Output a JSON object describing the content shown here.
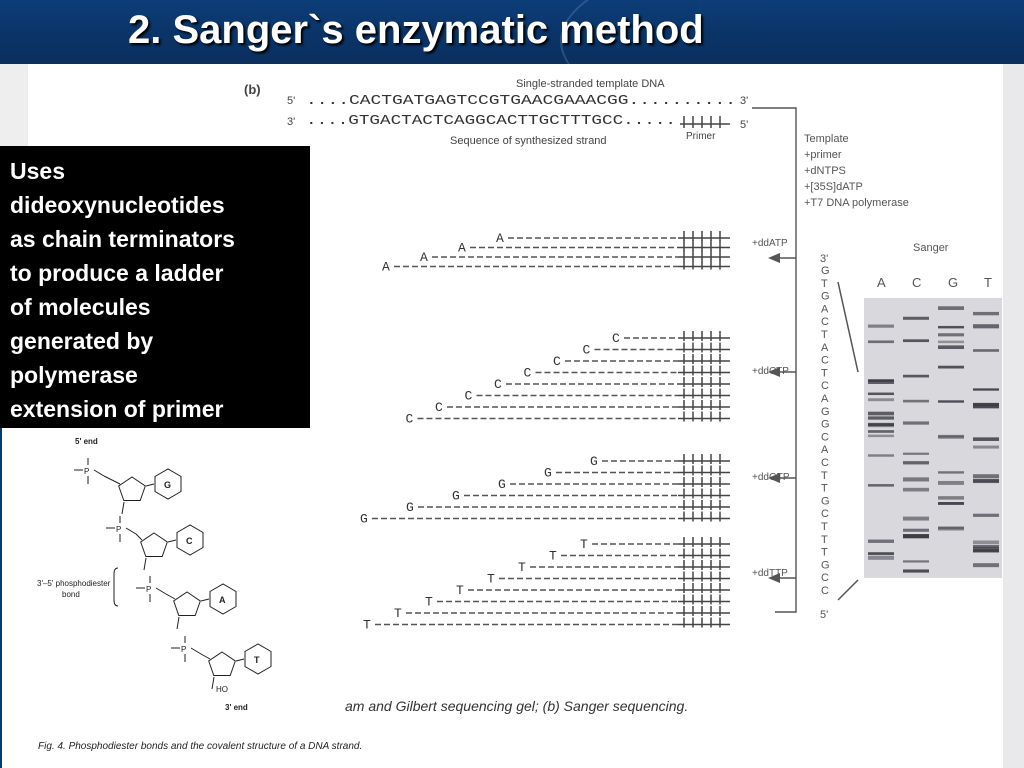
{
  "slide": {
    "title": "2. Sanger`s enzymatic method",
    "callout_lines": [
      "Uses",
      "dideoxynucleotides",
      "as chain terminators",
      "to produce a ladder",
      "of molecules",
      "generated by",
      "polymerase",
      "extension of primer"
    ]
  },
  "figure_b": {
    "panel_label": "(b)",
    "template_label": "Single-stranded template DNA",
    "template_5": "5'",
    "template_3": "3'",
    "template_seq": "....CACTGATGAGTCCGTGAACGAAACGG..........",
    "synth_3": "3'",
    "synth_5": "5'",
    "synth_seq": "....GTGACTACTCAGGCACTTGCTTTGCC.....",
    "synth_label": "Sequence of synthesized strand",
    "primer_label": "Primer",
    "reaction_items": [
      "Template",
      "+primer",
      "+dNTPS",
      "+[35S]dATP",
      "+T7 DNA polymerase"
    ],
    "ddATP": "+ddATP",
    "ddCTP": "+ddCTP",
    "ddGTP": "+ddGTP",
    "ddTTP": "+ddTTP",
    "sanger_label": "Sanger",
    "lane_labels": [
      "A",
      "C",
      "G",
      "T"
    ],
    "read_3": "3'",
    "read_5": "5'",
    "read_seq": [
      "G",
      "T",
      "G",
      "A",
      "C",
      "T",
      "A",
      "C",
      "T",
      "C",
      "A",
      "G",
      "G",
      "C",
      "A",
      "C",
      "T",
      "T",
      "G",
      "C",
      "T",
      "T",
      "T",
      "G",
      "C",
      "C"
    ],
    "frag_A": [
      "A",
      "A",
      "A",
      "A"
    ],
    "frag_C": [
      "C",
      "C",
      "C",
      "C",
      "C",
      "C",
      "C",
      "C"
    ],
    "frag_G": [
      "G",
      "G",
      "G",
      "G",
      "G",
      "G"
    ],
    "frag_T": [
      "T",
      "T",
      "T",
      "T",
      "T",
      "T",
      "T",
      "T"
    ]
  },
  "captions": {
    "gel_caption": "am and Gilbert sequencing gel; (b) Sanger sequencing.",
    "fig4_caption": "Fig. 4.  Phosphodiester bonds and the covalent structure of a DNA strand."
  },
  "chem": {
    "five_end": "5' end",
    "three_end": "3' end",
    "bond_label_1": "3'–5' phosphodiester",
    "bond_label_2": "bond",
    "ho": "HO",
    "bases": [
      "G",
      "C",
      "A",
      "T"
    ]
  }
}
